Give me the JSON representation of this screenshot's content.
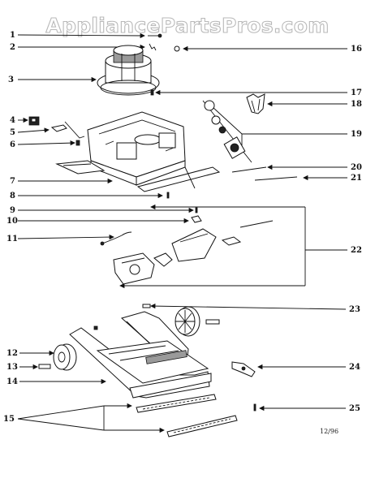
{
  "watermark": "AppliancePartsPros.com",
  "date_code": "12/96",
  "callouts": [
    "1",
    "2",
    "3",
    "4",
    "5",
    "6",
    "7",
    "8",
    "9",
    "10",
    "11",
    "12",
    "13",
    "14",
    "15",
    "16",
    "17",
    "18",
    "19",
    "20",
    "21",
    "22",
    "23",
    "24",
    "25"
  ]
}
